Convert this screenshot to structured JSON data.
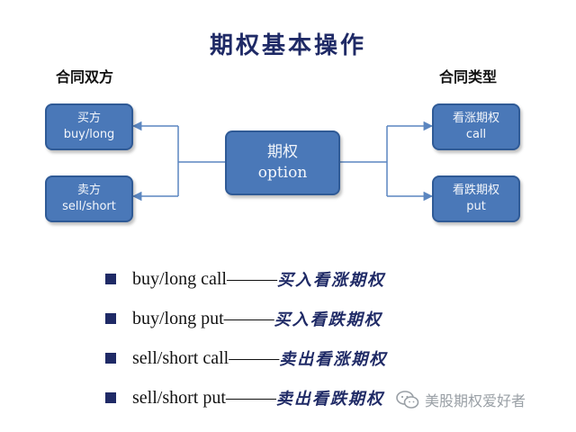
{
  "title": "期权基本操作",
  "left_heading": "合同双方",
  "right_heading": "合同类型",
  "center": {
    "line1": "期权",
    "line2": "option"
  },
  "left_boxes": [
    {
      "line1": "买方",
      "line2": "buy/long"
    },
    {
      "line1": "卖方",
      "line2": "sell/short"
    }
  ],
  "right_boxes": [
    {
      "line1": "看涨期权",
      "line2": "call"
    },
    {
      "line1": "看跌期权",
      "line2": "put"
    }
  ],
  "bullets": [
    {
      "en": "buy/long call",
      "dash": "———",
      "cn": "买入看涨期权"
    },
    {
      "en": "buy/long put",
      "dash": "———",
      "cn": "买入看跌期权"
    },
    {
      "en": "sell/short call",
      "dash": "———",
      "cn": "卖出看涨期权"
    },
    {
      "en": "sell/short put",
      "dash": "———",
      "cn": "卖出看跌期权"
    }
  ],
  "watermark": "美股期权爱好者",
  "colors": {
    "box_fill": "#4a78b8",
    "box_border": "#2f5a96",
    "connector": "#5b86c0",
    "title": "#1f2a66"
  }
}
